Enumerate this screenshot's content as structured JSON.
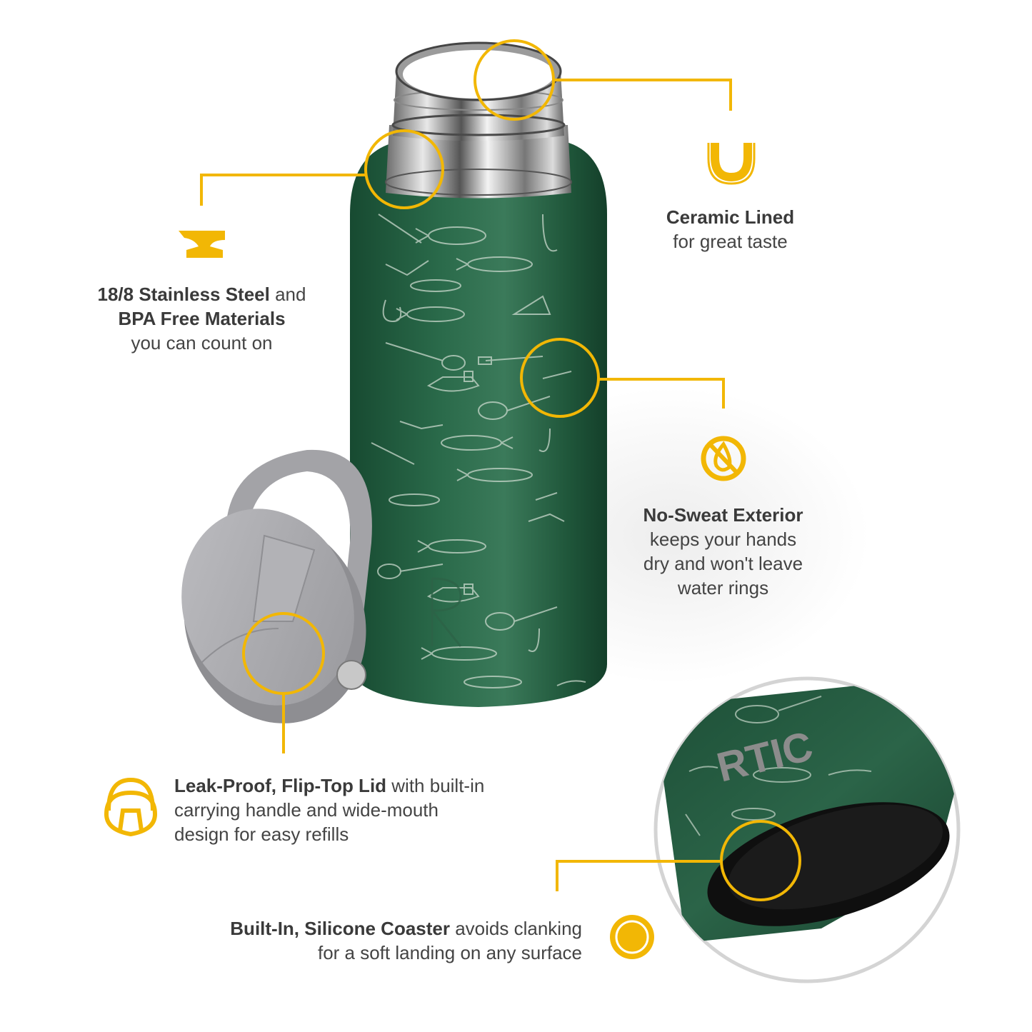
{
  "colors": {
    "accent": "#f2b705",
    "bottle_green": "#1f5a3c",
    "lid_gray": "#a9a9ad",
    "coaster_black": "#151515",
    "text": "#404040",
    "ring_gray": "#d4d4d4"
  },
  "product": {
    "brand_mark": "RTIC"
  },
  "features": [
    {
      "id": "ceramic",
      "icon": "u-cup-icon",
      "title": "Ceramic Lined",
      "lines": [
        "for great taste"
      ]
    },
    {
      "id": "steel",
      "icon": "anvil-icon",
      "title_line1": "18/8 Stainless Steel",
      "title_line1_suffix": " and",
      "title_line2": "BPA Free Materials",
      "lines": [
        "you can count on"
      ]
    },
    {
      "id": "no-sweat",
      "icon": "no-droplet-icon",
      "title": "No-Sweat Exterior",
      "lines": [
        "keeps your hands",
        "dry and won't leave",
        "water rings"
      ]
    },
    {
      "id": "lid",
      "icon": "lid-handle-icon",
      "title": "Leak-Proof, Flip-Top Lid",
      "title_suffix": " with built-in",
      "lines": [
        "carrying handle and wide-mouth",
        "design for easy refills"
      ]
    },
    {
      "id": "coaster",
      "icon": "coaster-ring-icon",
      "title": "Built-In, Silicone Coaster",
      "title_suffix": " avoids clanking",
      "lines": [
        "for a soft landing on any surface"
      ]
    }
  ]
}
